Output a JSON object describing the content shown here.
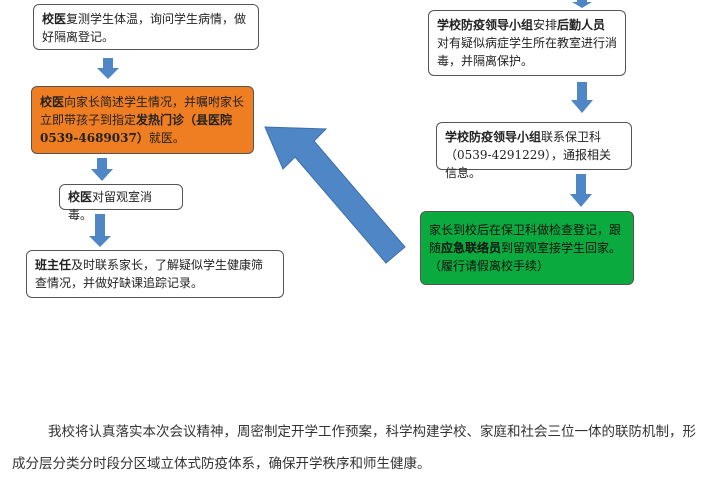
{
  "left": {
    "box1": {
      "pre": "",
      "bold": "校医",
      "text": "复测学生体温，询问学生病情，做好隔离登记。"
    },
    "box2": {
      "bold1": "校医",
      "text1": "向家长简述学生情况，并嘱咐家长立即带孩子到指定",
      "bold2": "发热门诊（县医院0539-4689037）",
      "text2": "就医。"
    },
    "box3": {
      "bold": "校医",
      "text": "对留观室消毒。"
    },
    "box4": {
      "bold": "班主任",
      "text": "及时联系家长，了解疑似学生健康筛查情况，并做好缺课追踪记录。"
    }
  },
  "right": {
    "box1": {
      "bold1": "学校防疫领导小组",
      "text1": "安排",
      "bold2": "后勤人员",
      "text2": "对有疑似病症学生所在教室进行消毒，并隔离保护。"
    },
    "box2": {
      "bold": "学校防疫领导小组",
      "text": "联系保卫科（0539-4291229），通报相关信息。"
    },
    "box3": {
      "text1": "家长到校后在保卫科做检查登记，跟随",
      "bold": "应急联络员",
      "text2": "到留观室接学生回家。（履行请假离校手续）"
    }
  },
  "paragraph": "我校将认真落实本次会议精神，周密制定开学工作预案，科学构建学校、家庭和社会三位一体的联防机制，形成分层分类分时段分区域立体式防疫体系，确保开学秩序和师生健康。",
  "colors": {
    "arrow": "#4f86c6",
    "orange": "#ef7d22",
    "green": "#0aaa3e"
  }
}
